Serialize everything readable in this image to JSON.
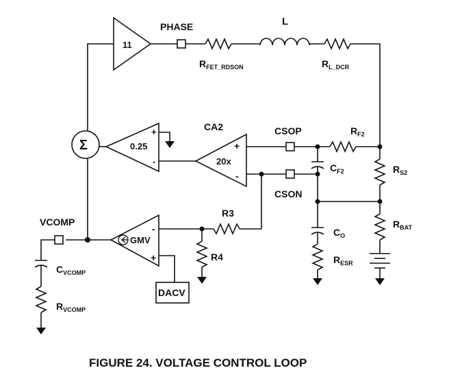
{
  "diagram": {
    "caption": "FIGURE 24.  VOLTAGE CONTROL LOOP",
    "labels": {
      "gain_11": "11",
      "phase": "PHASE",
      "inductor": "L",
      "rfet_main": "R",
      "rfet_sub": "FET_RDSON",
      "rl_main": "R",
      "rl_sub": "L_DCR",
      "sum": "Σ",
      "gain_025": "0.25",
      "ca2": "CA2",
      "ca2_gain": "20x",
      "csop": "CSOP",
      "cson": "CSON",
      "rf2_main": "R",
      "rf2_sub": "F2",
      "cf2_main": "C",
      "cf2_sub": "F2",
      "rs2_main": "R",
      "rs2_sub": "S2",
      "rbat_main": "R",
      "rbat_sub": "BAT",
      "co_main": "C",
      "co_sub": "O",
      "resr_main": "R",
      "resr_sub": "ESR",
      "vcomp": "VCOMP",
      "gmv": "GMV",
      "r3": "R3",
      "r4": "R4",
      "dacv": "DACV",
      "cvcomp_main": "C",
      "cvcomp_sub": "VCOMP",
      "rvcomp_main": "R",
      "rvcomp_sub": "VCOMP",
      "plus": "+",
      "minus": "-"
    }
  }
}
